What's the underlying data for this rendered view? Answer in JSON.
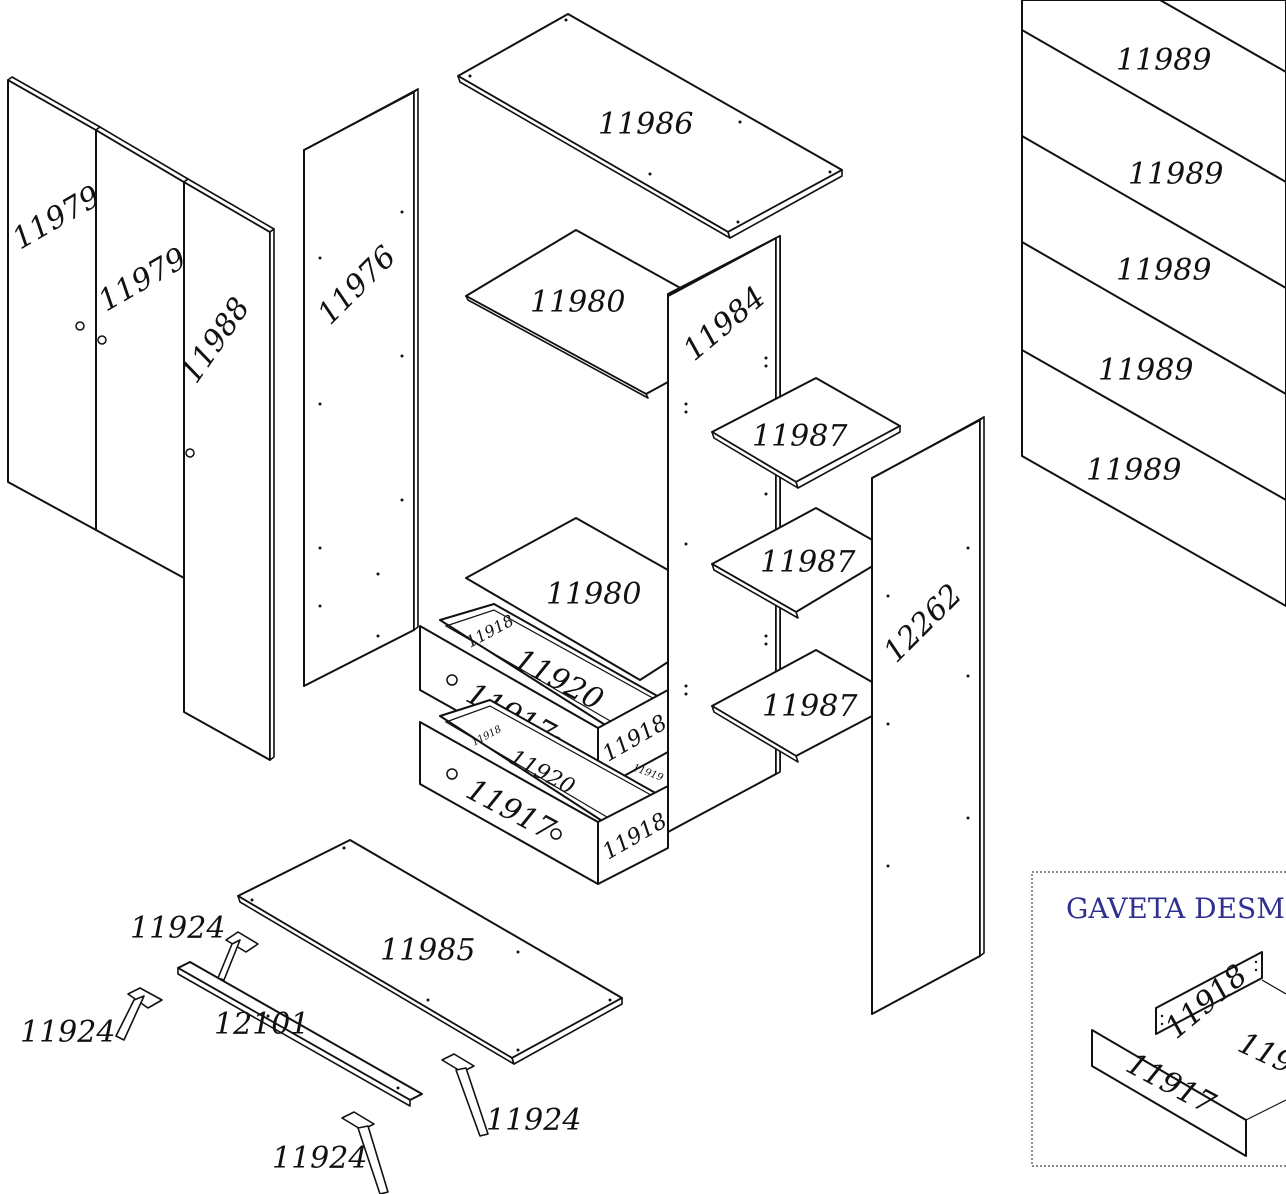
{
  "labels": {
    "door_left": "11979",
    "door_middle": "11979",
    "door_right": "11988",
    "side_left": "11976",
    "top": "11986",
    "shelf_upper": "11980",
    "divider": "11984",
    "shelf_1": "11987",
    "shelf_2": "11987",
    "shelf_3": "11987",
    "shelf_lower": "11980",
    "side_right": "12262",
    "drawer_back_1": "11918",
    "drawer_bottom_1": "11920",
    "drawer_front_1": "11917",
    "drawer_side_1": "11918",
    "drawer_back_2": "11918",
    "drawer_bottom_2": "11920",
    "drawer_front_2": "11917",
    "drawer_side_2": "11918",
    "drawer_small": "11919",
    "base": "11985",
    "rail": "12101",
    "foot_1": "11924",
    "foot_2": "11924",
    "foot_3": "11924",
    "foot_4": "11924",
    "slat_1": "11989",
    "slat_2": "11989",
    "slat_3": "11989",
    "slat_4": "11989",
    "slat_5": "11989",
    "detail_side": "11918",
    "detail_bottom": "119",
    "detail_front": "11917"
  },
  "detail_box": {
    "title": "GAVETA DESM",
    "title_color": "#2e3192"
  }
}
